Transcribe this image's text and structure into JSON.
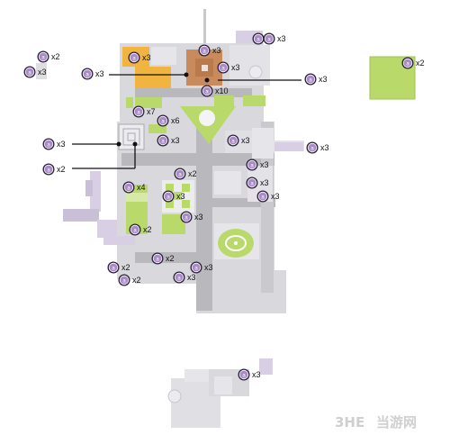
{
  "marker_glyph": "a",
  "colors": {
    "road": "#b9b9bd",
    "block": "#d9d9dd",
    "block_dark": "#c9c9ce",
    "grass": "#b9d96a",
    "orange": "#f2b441",
    "brown": "#c98a5c",
    "purple": "#c9bfd6",
    "marker_ring": "#2b1f3a",
    "marker_fill": "#a98bc7"
  },
  "markers": [
    {
      "count": "x2"
    },
    {
      "count": "x3"
    },
    {
      "count": "x3"
    },
    {
      "count": "x3"
    },
    {
      "count": "x3"
    },
    {
      "count": "x3"
    },
    {
      "count": "x3"
    },
    {
      "count": "x10"
    },
    {
      "count": "x3"
    },
    {
      "count": "x2"
    },
    {
      "count": "x7"
    },
    {
      "count": "x6"
    },
    {
      "count": "x3"
    },
    {
      "count": "x3"
    },
    {
      "count": "x3"
    },
    {
      "count": "x3"
    },
    {
      "count": "x2"
    },
    {
      "count": "x2"
    },
    {
      "count": "x3"
    },
    {
      "count": "x4"
    },
    {
      "count": "x3"
    },
    {
      "count": "x3"
    },
    {
      "count": "x3"
    },
    {
      "count": "x3"
    },
    {
      "count": "x2"
    },
    {
      "count": "x2"
    },
    {
      "count": "x3"
    },
    {
      "count": "x2"
    },
    {
      "count": "x2"
    },
    {
      "count": "x3"
    },
    {
      "count": "x3"
    },
    {
      "count": "x3"
    }
  ],
  "watermark": {
    "logo": "3HE",
    "text": "当游网"
  }
}
